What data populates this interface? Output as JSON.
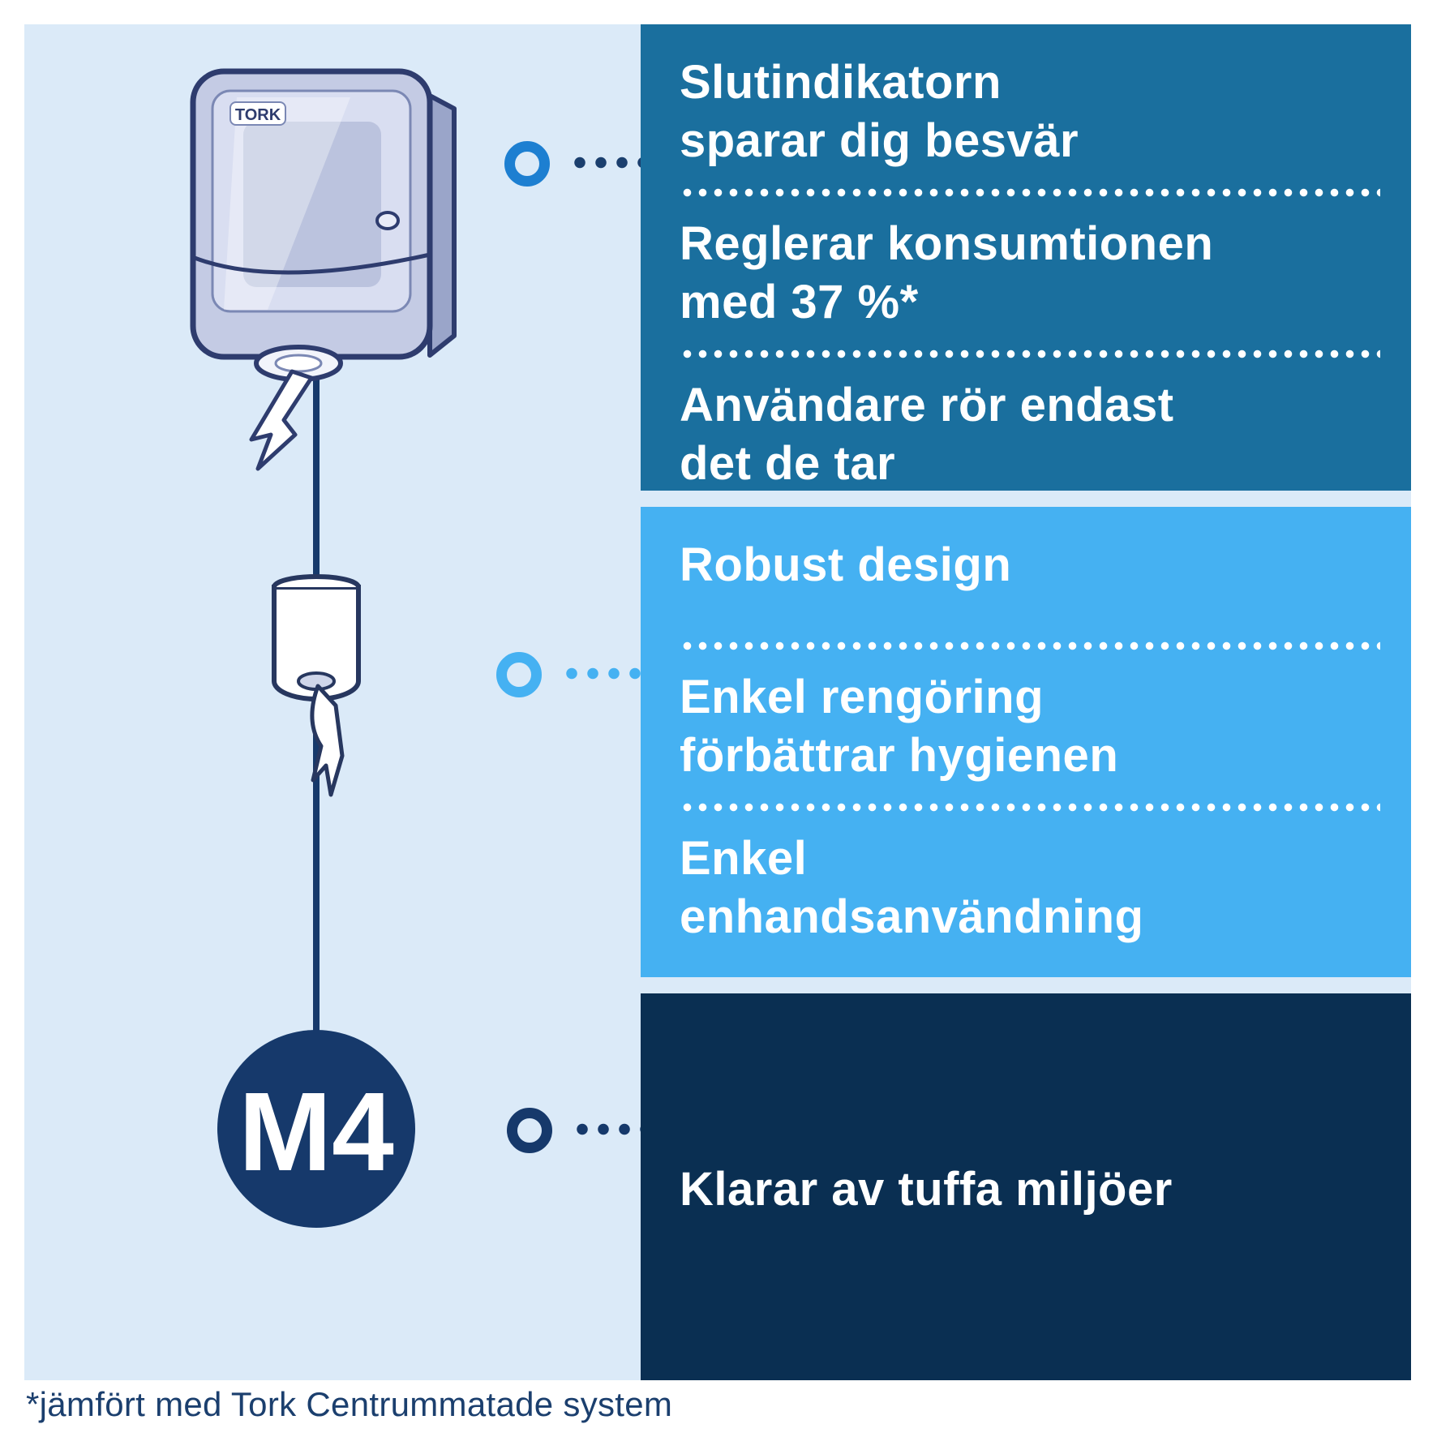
{
  "brand": {
    "logo": "TORK"
  },
  "badge": {
    "label": "M4"
  },
  "colors": {
    "canvas_bg": "#dbeaf8",
    "panel_top_bg": "#1a6f9e",
    "panel_middle_bg": "#45b1f2",
    "panel_bottom_bg": "#0a2f52",
    "badge_bg": "#16396b",
    "ring_top": "#1d7fd1",
    "ring_middle": "#45b1f2",
    "ring_bottom": "#16396b",
    "text_on_panels": "#ffffff",
    "footnote_text": "#1b3f6e"
  },
  "panels": [
    {
      "name": "dispenser-benefits",
      "items": [
        {
          "text": "Slutindikatorn\nsparar dig besvär"
        },
        {
          "text": "Reglerar konsumtionen\nmed 37 %*"
        },
        {
          "text": "Användare rör endast\ndet de tar"
        }
      ]
    },
    {
      "name": "design-benefits",
      "items": [
        {
          "text": "Robust design"
        },
        {
          "text": "Enkel rengöring\nförbättrar hygienen"
        },
        {
          "text": "Enkel\nenhandsanvändning"
        }
      ]
    },
    {
      "name": "durability-benefits",
      "items": [
        {
          "text": "Klarar av tuffa miljöer"
        }
      ]
    }
  ],
  "footnote": "*jämfört med Tork Centrummatade system"
}
